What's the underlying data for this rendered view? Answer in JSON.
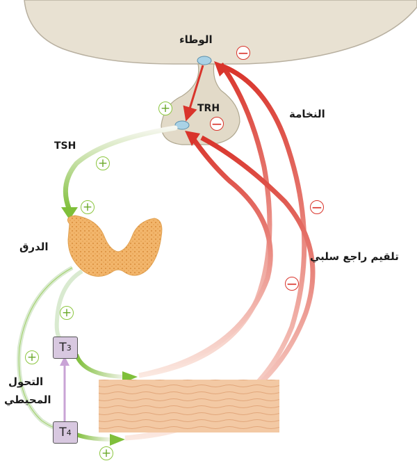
{
  "labels": {
    "hypothalamus": "الوطاء",
    "pituitary": "النخامة",
    "thyroid": "الدرق",
    "negative_feedback": "تلقيم راجع سلبي",
    "peripheral_conversion_line1": "التحول",
    "peripheral_conversion_line2": "المحيطي",
    "trh": "TRH",
    "tsh": "TSH",
    "t3_letter": "T",
    "t3_num": "3",
    "t4_letter": "T",
    "t4_num": "4"
  },
  "symbols": {
    "plus": "+",
    "minus": "−"
  },
  "colors": {
    "stimulation": "#8cc63f",
    "inhibition": "#d9342b",
    "thyroid_gland": "#f2b56b",
    "target_tissue": "#f3c9a4",
    "brain": "#e8e1d2",
    "hormone_box": "#d8c8e0"
  }
}
